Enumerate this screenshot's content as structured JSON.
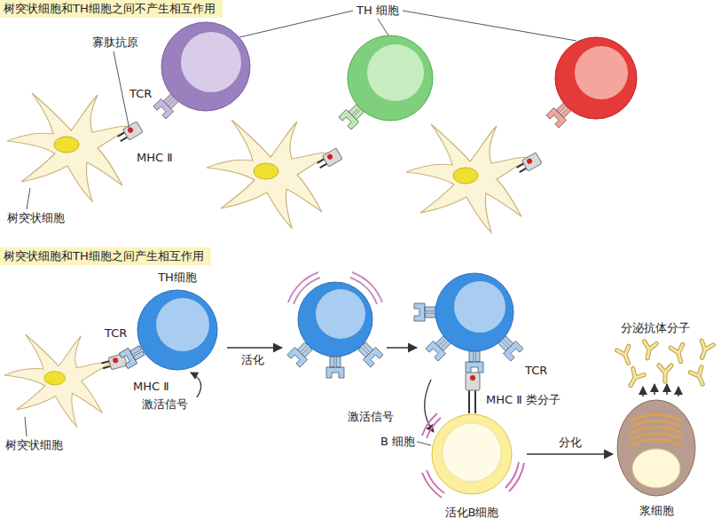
{
  "diagram": {
    "nodes": [
      {
        "text": [
          "树突状细胞和TH细胞之间不产生相互作用"
        ]
      },
      {
        "text": [
          "树突状细胞和TH细胞之间产生相互作用"
        ]
      },
      {
        "text": [
          "TH细胞"
        ]
      },
      {
        "text": [
          "B 细胞",
          "活化B细胞"
        ]
      },
      {
        "text": [
          "浆细胞"
        ]
      }
    ],
    "edges": [
      {
        "from": 3,
        "to": 4,
        "arrow": "to",
        "label": "分化"
      }
    ],
    "labels": [
      "寡肽抗原",
      "TCR",
      "TH 细胞",
      "MHC Ⅱ",
      "树突状细胞",
      "TCR",
      "MHC Ⅱ",
      "激活信号",
      "树突状细胞",
      "活化",
      "TCR",
      "MHC Ⅱ 类分子",
      "激活信号",
      "分泌抗体分子"
    ]
  }
}
